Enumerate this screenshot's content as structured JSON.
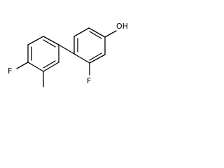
{
  "molecule": {
    "labels": {
      "hydroxyl": "OH",
      "fluorine_upper": "F",
      "fluorine_lower": "F"
    }
  }
}
